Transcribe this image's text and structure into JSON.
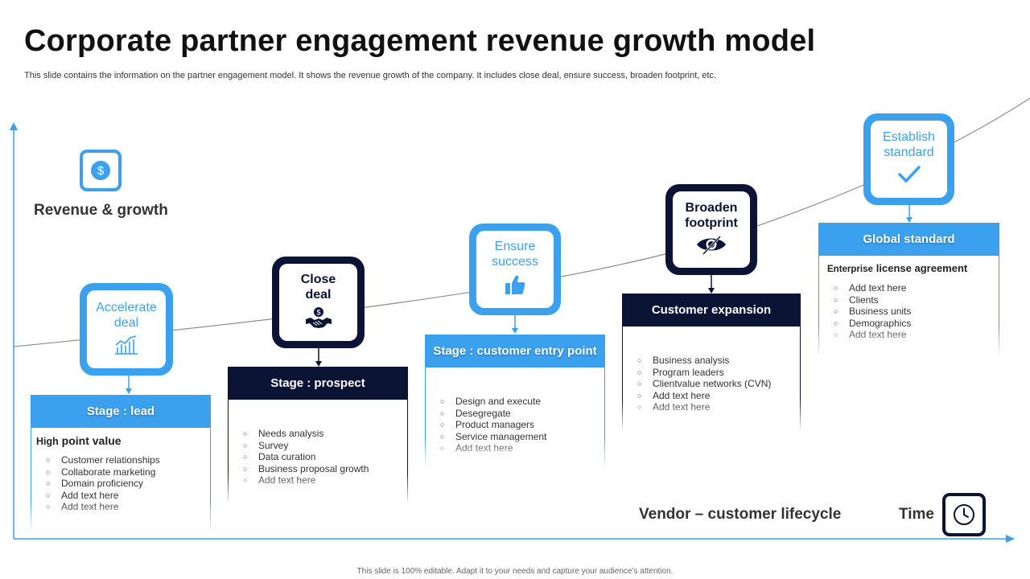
{
  "slide": {
    "title": "Corporate partner engagement revenue growth model",
    "subtitle": "This slide contains the information on the partner engagement  model. It shows the revenue growth of the company. It includes close deal, ensure success, broaden footprint, etc.",
    "footer": "This slide is 100% editable.  Adapt it to your needs and capture your audience’s attention."
  },
  "axes": {
    "y_label": "Revenue & growth",
    "y_icon": "dollar-coin-icon",
    "x_label": "Vendor – customer lifecycle",
    "time_label": "Time",
    "time_icon": "clock-icon"
  },
  "colors": {
    "accent_blue": "#3ba1ee",
    "navy": "#0b1435"
  },
  "stages": [
    {
      "badge_line1": "Accelerate",
      "badge_line2": "deal",
      "badge_icon": "bar-chart-icon",
      "header": "Stage : lead",
      "subheading_prefix": "High",
      "subheading": "point value",
      "items": [
        "Customer relationships",
        "Collaborate  marketing",
        "Domain proficiency",
        "Add text here",
        "Add text here"
      ]
    },
    {
      "badge_line1": "Close",
      "badge_line2": "deal",
      "badge_icon": "handshake-icon",
      "header": "Stage :  prospect",
      "items": [
        "Needs analysis",
        "Survey",
        "Data curation",
        "Business  proposal  growth",
        "Add text here"
      ]
    },
    {
      "badge_line1": "Ensure",
      "badge_line2": "success",
      "badge_icon": "thumbs-up-icon",
      "header": "Stage : customer entry point",
      "items": [
        "Design and execute",
        "Desegregate",
        "Product managers",
        "Service management",
        "Add text here"
      ]
    },
    {
      "badge_line1": "Broaden",
      "badge_line2": "footprint",
      "badge_icon": "eye-icon",
      "header": "Customer expansion",
      "items": [
        "Business analysis",
        "Program leaders",
        "Clientvalue networks (CVN)",
        "Add text here",
        "Add text here"
      ]
    },
    {
      "badge_line1": "Establish",
      "badge_line2": "standard",
      "badge_icon": "checkmark-icon",
      "header": "Global standard",
      "subheading_prefix": "Enterprise",
      "subheading": "license agreement",
      "items": [
        "Add text here",
        "Clients",
        "Business units",
        "Demographics",
        "Add text here"
      ]
    }
  ]
}
